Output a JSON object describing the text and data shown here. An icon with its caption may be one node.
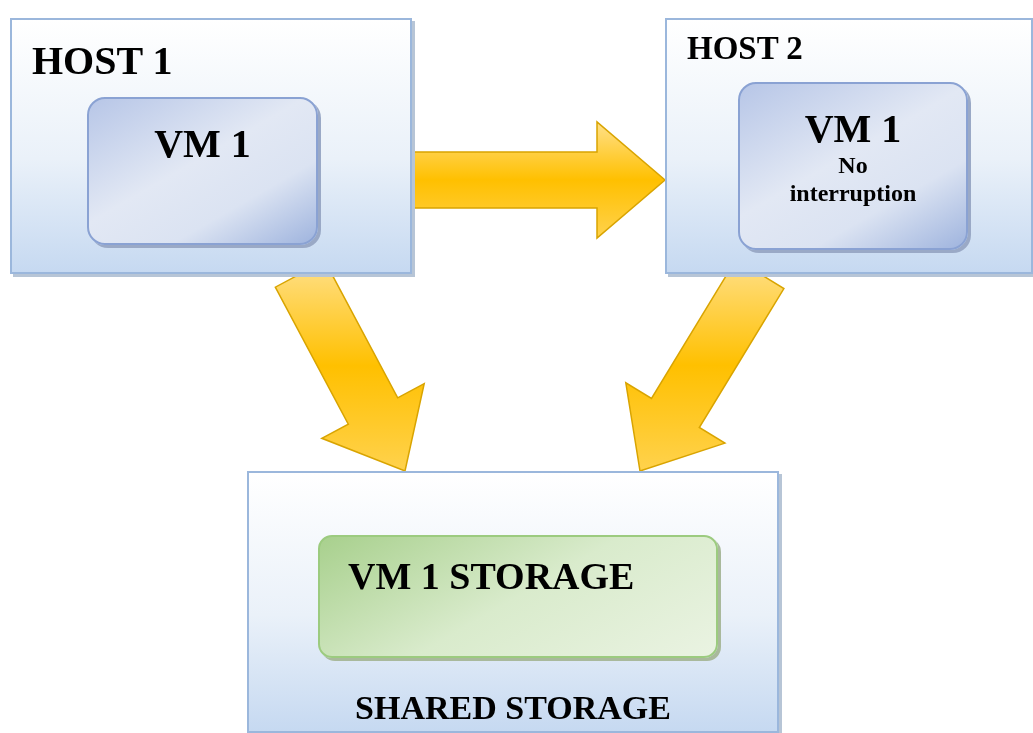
{
  "diagram": {
    "nodes": [
      {
        "text": [
          "HOST 1"
        ]
      },
      {
        "text": [
          "VM 1"
        ],
        "in": 0
      },
      {
        "text": [
          "HOST 2"
        ]
      },
      {
        "text": [
          "VM 1",
          "No interruption"
        ],
        "in": 2
      },
      {
        "text": [
          "SHARED STORAGE"
        ]
      },
      {
        "text": [
          "VM 1 STORAGE"
        ],
        "in": 4
      }
    ],
    "edges": [
      {
        "from": 0,
        "to": 2,
        "arrow": "to"
      },
      {
        "from": 0,
        "to": 4,
        "arrow": "to"
      },
      {
        "from": 2,
        "to": 4,
        "arrow": "to"
      }
    ]
  }
}
